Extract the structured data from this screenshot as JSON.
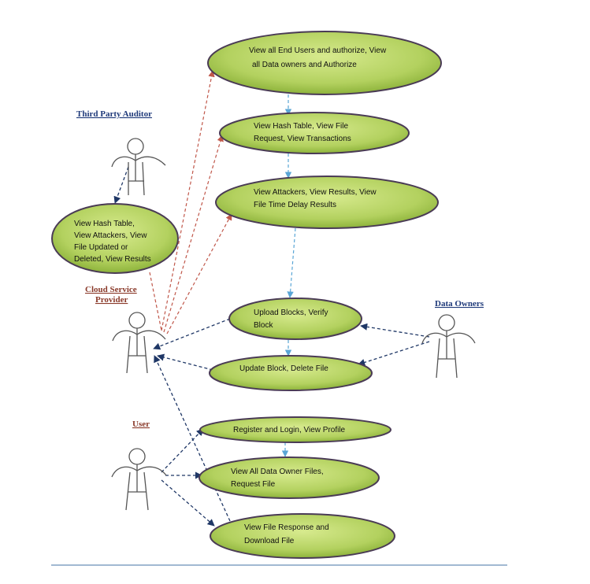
{
  "colors": {
    "ellipse_fill_light": "#c9e07a",
    "ellipse_fill_dark": "#8db33b",
    "ellipse_stroke": "#4a3b55",
    "navy_arrow": "#1f3766",
    "red_arrow": "#c0574a",
    "blue_arrow": "#5aa6d6",
    "tpa_label": "#1f3a7a",
    "csp_label": "#8a3a2a",
    "owners_label": "#1f3a7a",
    "user_label": "#8a3a2a"
  },
  "actors": {
    "third_party_auditor": "Third Party Auditor",
    "cloud_service_provider": [
      "Cloud Service",
      "Provider"
    ],
    "data_owners": "Data Owners",
    "user": "User"
  },
  "use_cases": {
    "authorize": [
      "View all End Users and authorize, View",
      "all Data owners and Authorize"
    ],
    "hash_table": [
      "View Hash Table, View File",
      "Request, View Transactions"
    ],
    "attackers": [
      "View Attackers, View Results, View",
      "File Time Delay Results"
    ],
    "tpa_view": [
      "View Hash Table,",
      "View Attackers, View",
      "File Updated or",
      "Deleted, View Results"
    ],
    "upload": [
      "Upload Blocks, Verify",
      "Block"
    ],
    "update": [
      "Update Block, Delete File"
    ],
    "register": [
      "Register and Login, View Profile"
    ],
    "owner_files": [
      "View All Data Owner Files,",
      "Request File"
    ],
    "response": [
      "View File Response and",
      "Download File"
    ]
  }
}
